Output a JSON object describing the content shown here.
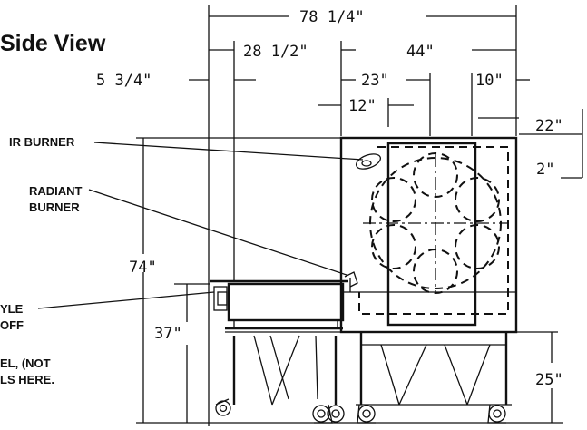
{
  "title": "Side View",
  "dimensions": {
    "overall_length": "78 1/4\"",
    "conveyor_width": "28 1/2\"",
    "oven_length": "44\"",
    "extension": "5 3/4\"",
    "center_offset": "23\"",
    "side_offset": "10\"",
    "burner_offset": "12\"",
    "top_offset": "22\"",
    "drop": "2\"",
    "overall_height": "74\"",
    "conveyor_height": "37\"",
    "leg_height": "25\""
  },
  "callouts": {
    "ir_burner": "IR BURNER",
    "radiant_line1": "RADIANT",
    "radiant_line2": "BURNER",
    "partial1": "YLE",
    "partial2": "OFF",
    "partial3": "EL, (NOT",
    "partial4": "LS HERE."
  }
}
